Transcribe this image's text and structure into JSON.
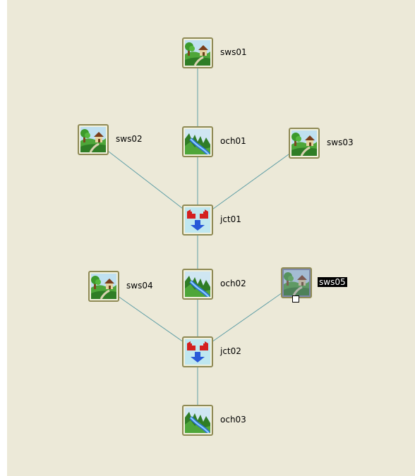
{
  "diagram": {
    "nodes": [
      {
        "id": "sws01",
        "label": "sws01",
        "kind": "subwatershed"
      },
      {
        "id": "sws02",
        "label": "sws02",
        "kind": "subwatershed"
      },
      {
        "id": "och01",
        "label": "och01",
        "kind": "channel"
      },
      {
        "id": "sws03",
        "label": "sws03",
        "kind": "subwatershed"
      },
      {
        "id": "jct01",
        "label": "jct01",
        "kind": "junction"
      },
      {
        "id": "sws04",
        "label": "sws04",
        "kind": "subwatershed"
      },
      {
        "id": "och02",
        "label": "och02",
        "kind": "channel"
      },
      {
        "id": "sws05",
        "label": "sws05",
        "kind": "subwatershed",
        "selected": true
      },
      {
        "id": "jct02",
        "label": "jct02",
        "kind": "junction"
      },
      {
        "id": "och03",
        "label": "och03",
        "kind": "channel"
      }
    ],
    "edges": [
      [
        "sws01",
        "och01"
      ],
      [
        "och01",
        "jct01"
      ],
      [
        "sws02",
        "jct01"
      ],
      [
        "sws03",
        "jct01"
      ],
      [
        "jct01",
        "och02"
      ],
      [
        "och02",
        "jct02"
      ],
      [
        "sws04",
        "jct02"
      ],
      [
        "sws05",
        "jct02"
      ],
      [
        "jct02",
        "och03"
      ]
    ]
  }
}
